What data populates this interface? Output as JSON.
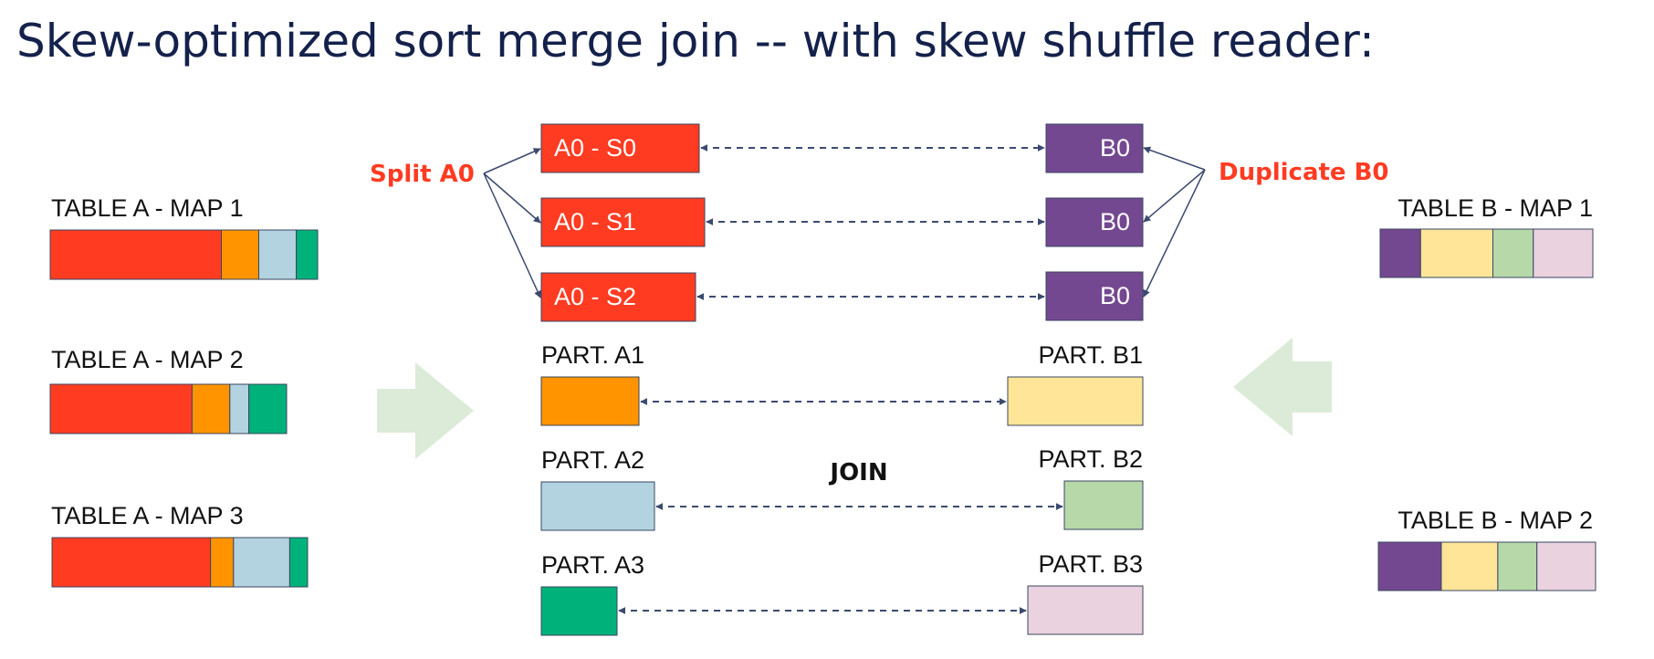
{
  "title": "Skew-optimized sort merge join -- with skew shuffle reader:",
  "colors": {
    "a0": "#ff3b22",
    "a1": "#ff9400",
    "a2": "#b2d3df",
    "a3": "#00b27a",
    "b0": "#744890",
    "b1": "#ffe598",
    "b2": "#b7d8a8",
    "b3": "#ead2df",
    "arrow": "#dbebd8",
    "accent": "#ff3b22",
    "connector": "#3b4a70"
  },
  "table_a": {
    "maps": [
      {
        "label": "TABLE A - MAP 1",
        "segments": [
          {
            "part": "a0",
            "share": 0.64
          },
          {
            "part": "a1",
            "share": 0.14
          },
          {
            "part": "a2",
            "share": 0.14
          },
          {
            "part": "a3",
            "share": 0.08
          }
        ]
      },
      {
        "label": "TABLE A - MAP 2",
        "segments": [
          {
            "part": "a0",
            "share": 0.6
          },
          {
            "part": "a1",
            "share": 0.16
          },
          {
            "part": "a2",
            "share": 0.08
          },
          {
            "part": "a3",
            "share": 0.16
          }
        ]
      },
      {
        "label": "TABLE A - MAP 3",
        "segments": [
          {
            "part": "a0",
            "share": 0.62
          },
          {
            "part": "a1",
            "share": 0.09
          },
          {
            "part": "a2",
            "share": 0.22
          },
          {
            "part": "a3",
            "share": 0.07
          }
        ]
      }
    ]
  },
  "table_b": {
    "maps": [
      {
        "label": "TABLE B - MAP 1",
        "segments": [
          {
            "part": "b0",
            "share": 0.19
          },
          {
            "part": "b1",
            "share": 0.34
          },
          {
            "part": "b2",
            "share": 0.19
          },
          {
            "part": "b3",
            "share": 0.28
          }
        ]
      },
      {
        "label": "TABLE B - MAP 2",
        "segments": [
          {
            "part": "b0",
            "share": 0.29
          },
          {
            "part": "b1",
            "share": 0.26
          },
          {
            "part": "b2",
            "share": 0.18
          },
          {
            "part": "b3",
            "share": 0.27
          }
        ]
      }
    ]
  },
  "split": {
    "label": "Split A0",
    "parts": [
      "A0 - S0",
      "A0 - S1",
      "A0 - S2"
    ]
  },
  "duplicate": {
    "label": "Duplicate B0",
    "parts": [
      "B0",
      "B0",
      "B0"
    ]
  },
  "partitions_a": [
    "PART. A1",
    "PART. A2",
    "PART. A3"
  ],
  "partitions_b": [
    "PART. B1",
    "PART. B2",
    "PART. B3"
  ],
  "join_label": "JOIN"
}
